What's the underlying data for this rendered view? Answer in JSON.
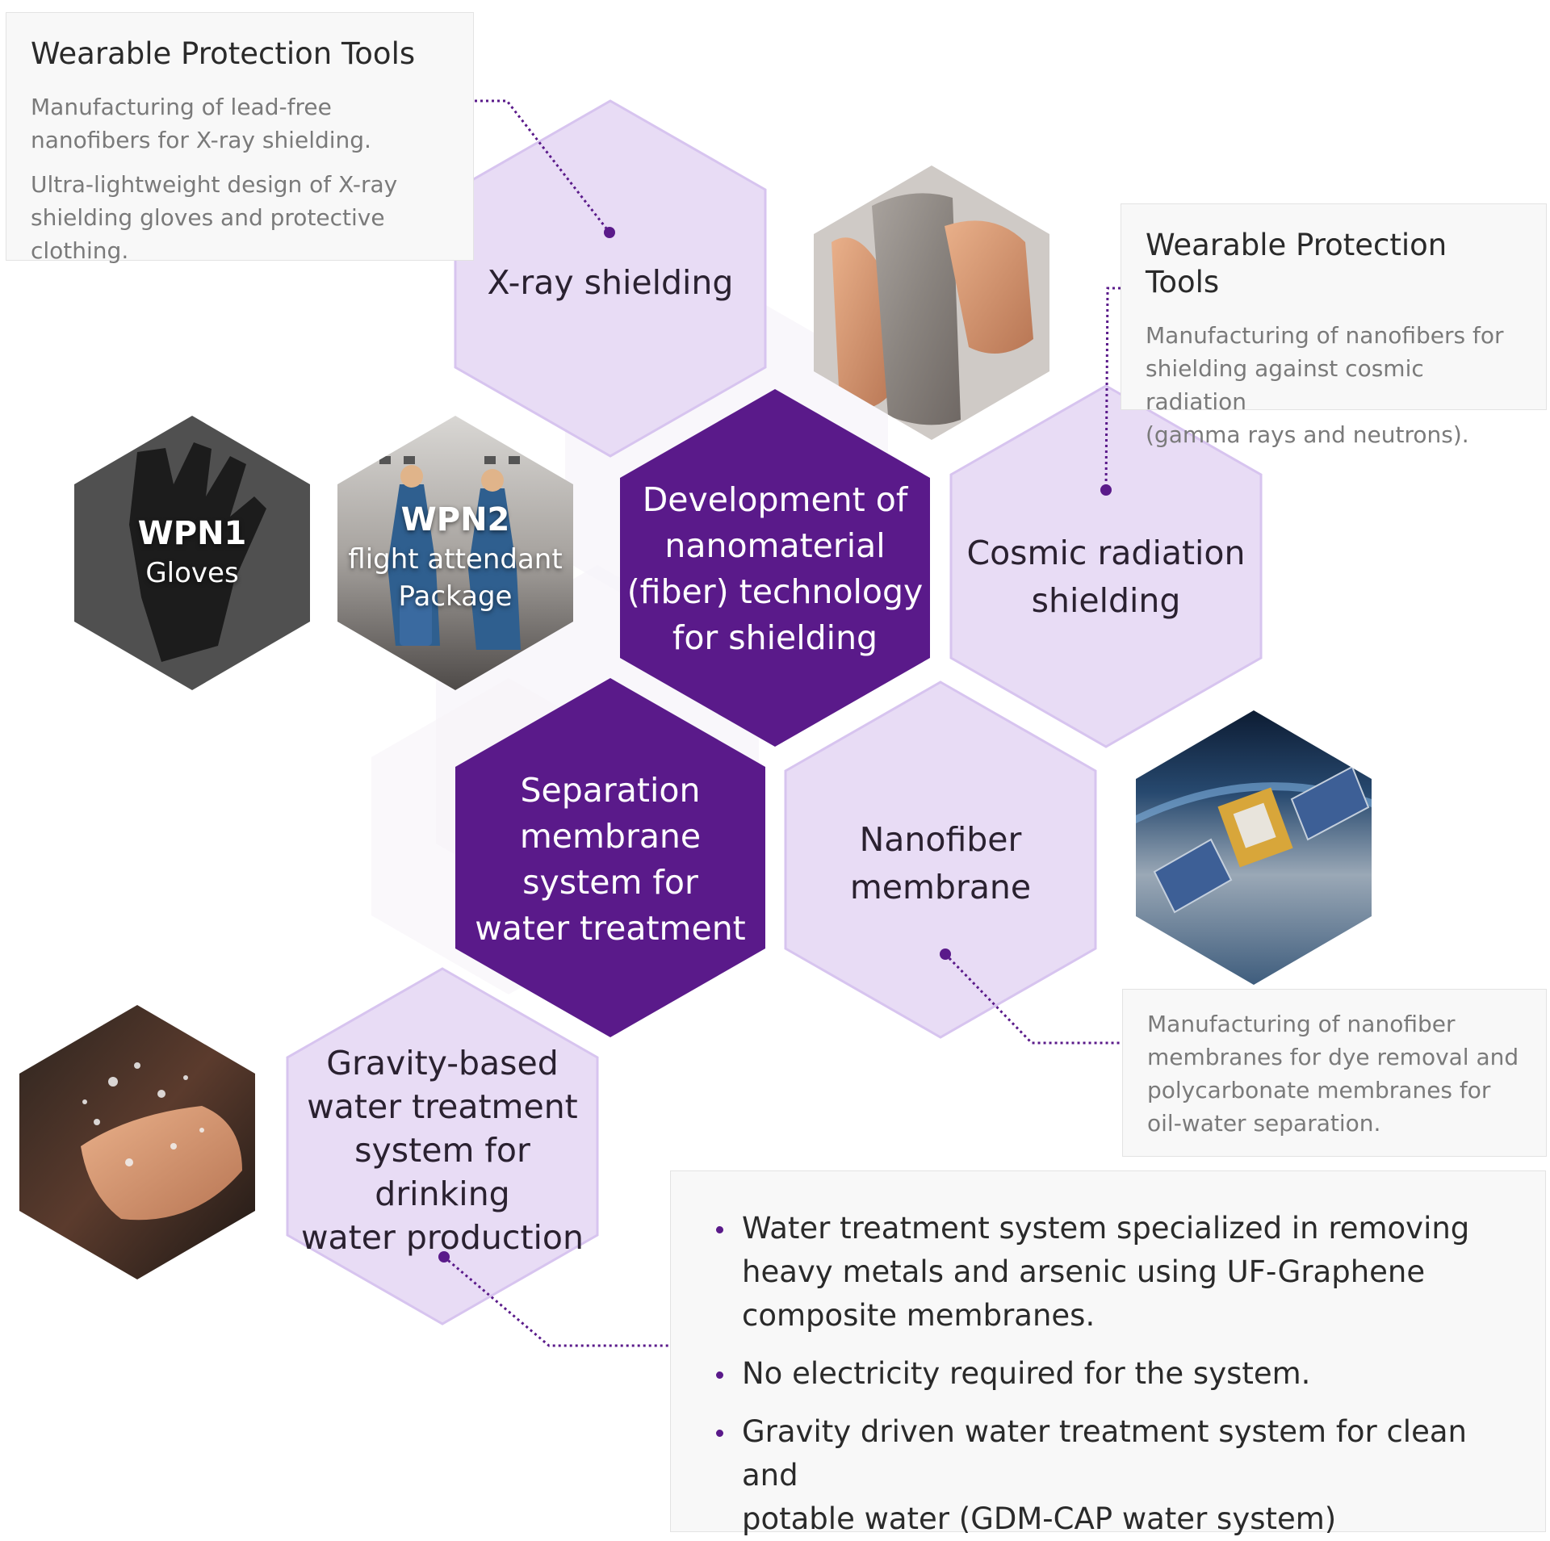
{
  "colors": {
    "light_hex": "#e8dcf5",
    "light_hex_stroke": "#d7c4ef",
    "dark_hex": "#5a1a8a",
    "connector": "#5a1a8a",
    "card_bg": "#f8f8f8"
  },
  "center_hex": {
    "label": [
      "Development of",
      "nanomaterial",
      "(fiber) technology",
      "for shielding"
    ]
  },
  "hexes": {
    "xray": {
      "label": [
        "X-ray shielding"
      ]
    },
    "cosmic": {
      "label": [
        "Cosmic radiation",
        "shielding"
      ]
    },
    "separation": {
      "label": [
        "Separation",
        "membrane",
        "system for",
        "water treatment"
      ]
    },
    "nanofiber": {
      "label": [
        "Nanofiber",
        "membrane"
      ]
    },
    "gravity": {
      "label": [
        "Gravity-based",
        "water treatment",
        "system for drinking",
        "water production"
      ]
    }
  },
  "photo_hexes": {
    "wpn1": {
      "code": "WPN1",
      "sub": [
        "Gloves"
      ],
      "icon": "glove-photo"
    },
    "wpn2": {
      "code": "WPN2",
      "sub": [
        "flight attendant",
        "Package"
      ],
      "icon": "flight-attendants-photo"
    },
    "fabric": {
      "icon": "nanofiber-fabric-photo"
    },
    "satellite": {
      "icon": "satellite-photo"
    },
    "water": {
      "icon": "water-hands-photo"
    }
  },
  "cards": {
    "xray_card": {
      "title": "Wearable Protection Tools",
      "lines": [
        [
          "Manufacturing of lead-free",
          "nanofibers for X-ray shielding."
        ],
        [
          "Ultra-lightweight design of X-ray",
          "shielding gloves and protective clothing."
        ]
      ]
    },
    "cosmic_card": {
      "title": "Wearable Protection Tools",
      "lines": [
        [
          "Manufacturing of nanofibers for",
          "shielding against cosmic radiation",
          "(gamma rays and neutrons)."
        ]
      ]
    },
    "nanofiber_card": {
      "lines": [
        [
          "Manufacturing of nanofiber",
          "membranes for dye removal and",
          "polycarbonate membranes for",
          "oil-water separation."
        ]
      ]
    },
    "water_card": {
      "bullets": [
        [
          "Water treatment system specialized in removing",
          "heavy metals and arsenic using UF-Graphene",
          "composite membranes."
        ],
        [
          "No electricity required for the system."
        ],
        [
          "Gravity driven water treatment system for clean and",
          "potable water (GDM-CAP water system)"
        ]
      ]
    }
  }
}
